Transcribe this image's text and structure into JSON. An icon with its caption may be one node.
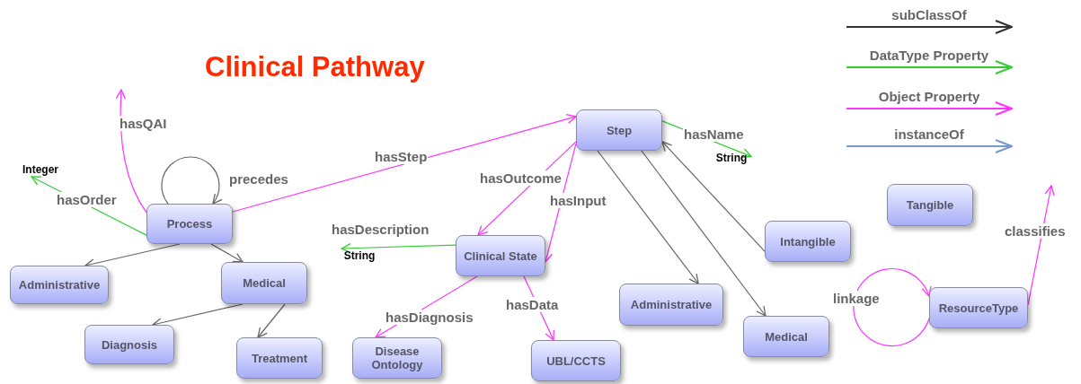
{
  "diagram": {
    "title": "Clinical Pathway",
    "nodes": [
      {
        "text": [
          "Process"
        ]
      },
      {
        "text": [
          "Administrative"
        ]
      },
      {
        "text": [
          "Medical"
        ]
      },
      {
        "text": [
          "Diagnosis"
        ]
      },
      {
        "text": [
          "Treatment"
        ]
      },
      {
        "text": [
          "Step"
        ]
      },
      {
        "text": [
          "Clinical State"
        ]
      },
      {
        "text": [
          "Disease Ontology"
        ]
      },
      {
        "text": [
          "UBL/CCTS"
        ]
      },
      {
        "text": [
          "Administrative"
        ]
      },
      {
        "text": [
          "Medical"
        ]
      },
      {
        "text": [
          "Intangible"
        ]
      },
      {
        "text": [
          "Tangible"
        ]
      },
      {
        "text": [
          "ResourceType"
        ]
      },
      {
        "text": [
          "Integer"
        ]
      },
      {
        "text": [
          "String"
        ]
      },
      {
        "text": [
          "String"
        ]
      }
    ],
    "edges": [
      {
        "from": 0,
        "to": 1,
        "arrow": "to"
      },
      {
        "from": 0,
        "to": 2,
        "arrow": "to"
      },
      {
        "from": 2,
        "to": 3,
        "arrow": "to"
      },
      {
        "from": 2,
        "to": 4,
        "arrow": "to"
      },
      {
        "from": 0,
        "to": 0,
        "arrow": "to",
        "label": "precedes"
      },
      {
        "from": 5,
        "to": 9,
        "arrow": "to"
      },
      {
        "from": 5,
        "to": 10,
        "arrow": "to"
      },
      {
        "from": 11,
        "to": 5,
        "arrow": "to"
      },
      {
        "from": 0,
        "to": null,
        "arrow": "to",
        "label": "hasQAI",
        "color": "#ff33ff"
      },
      {
        "from": 0,
        "to": 14,
        "arrow": "to",
        "label": "hasOrder",
        "color": "#33cc33"
      },
      {
        "from": 0,
        "to": 5,
        "arrow": "to",
        "label": "hasStep",
        "color": "#ff33ff"
      },
      {
        "from": 5,
        "to": 6,
        "arrow": "to",
        "label": "hasOutcome",
        "color": "#ff33ff"
      },
      {
        "from": 5,
        "to": 6,
        "arrow": "to",
        "label": "hasInput",
        "color": "#ff33ff"
      },
      {
        "from": 6,
        "to": 15,
        "arrow": "to",
        "label": "hasDescription",
        "color": "#33cc33"
      },
      {
        "from": 6,
        "to": 7,
        "arrow": "to",
        "label": "hasDiagnosis",
        "color": "#ff33ff"
      },
      {
        "from": 6,
        "to": 8,
        "arrow": "to",
        "label": "hasData",
        "color": "#ff33ff"
      },
      {
        "from": 5,
        "to": 16,
        "arrow": "to",
        "label": "hasName",
        "color": "#33cc33"
      },
      {
        "from": 13,
        "to": 13,
        "arrow": "to",
        "label": "linkage",
        "color": "#ff33ff"
      },
      {
        "from": 13,
        "to": null,
        "arrow": "to",
        "label": "classifies",
        "color": "#ff33ff"
      }
    ],
    "legend": [
      {
        "text": "subClassOf"
      },
      {
        "text": "DataType Property"
      },
      {
        "text": "Object Property"
      },
      {
        "text": "instanceOf"
      }
    ]
  }
}
